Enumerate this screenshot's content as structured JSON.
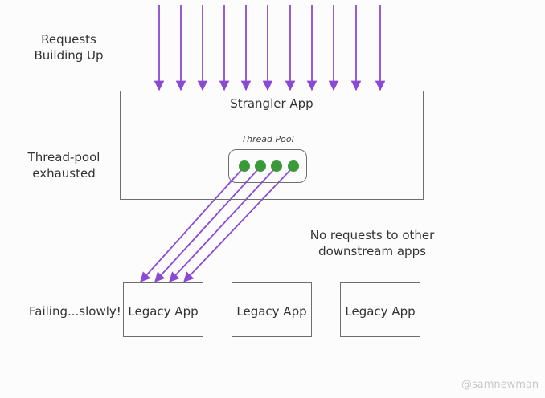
{
  "labels": {
    "requests": [
      "Requests",
      "Building Up"
    ],
    "threadpool": [
      "Thread-pool",
      "exhausted"
    ],
    "failing": "Failing...slowly!",
    "no_requests": [
      "No requests to other",
      "downstream apps"
    ]
  },
  "strangler": {
    "title": "Strangler App",
    "pool_label": "Thread Pool"
  },
  "legacy_apps": [
    {
      "label": "Legacy App"
    },
    {
      "label": "Legacy App"
    },
    {
      "label": "Legacy App"
    }
  ],
  "watermark": "@samnewman",
  "colors": {
    "arrow": "#8a4ad4",
    "thread_dot": "#3a9a3a",
    "box_border": "#6e6e6e"
  }
}
